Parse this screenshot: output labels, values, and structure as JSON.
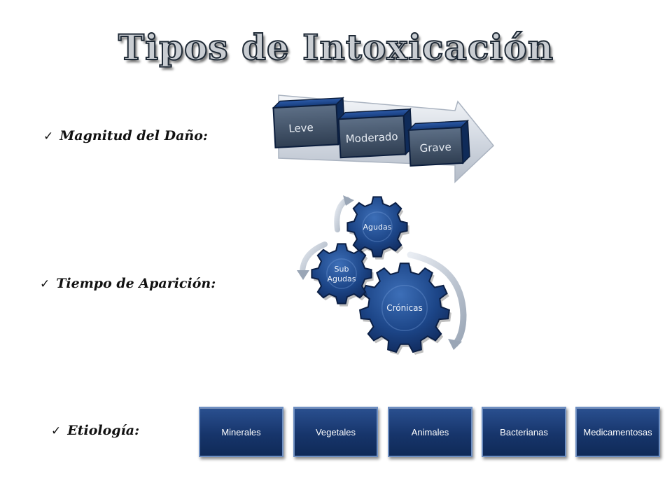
{
  "slide": {
    "title": "Tipos de Intoxicación"
  },
  "bullets": [
    {
      "label": "Magnitud del Daño:"
    },
    {
      "label": "Tiempo de Aparición:"
    },
    {
      "label": "Etiología:"
    }
  ],
  "magnitud": {
    "steps": [
      "Leve",
      "Moderado",
      "Grave"
    ]
  },
  "tiempo": {
    "gears": [
      "Crónicas",
      "Sub Agudas",
      "Agudas"
    ],
    "gear_color": "#1d4a8e"
  },
  "etiologia": {
    "boxes": [
      "Minerales",
      "Vegetales",
      "Animales",
      "Bacterianas",
      "Medicamentosas"
    ]
  },
  "icons": {
    "bullet": "check-icon"
  }
}
